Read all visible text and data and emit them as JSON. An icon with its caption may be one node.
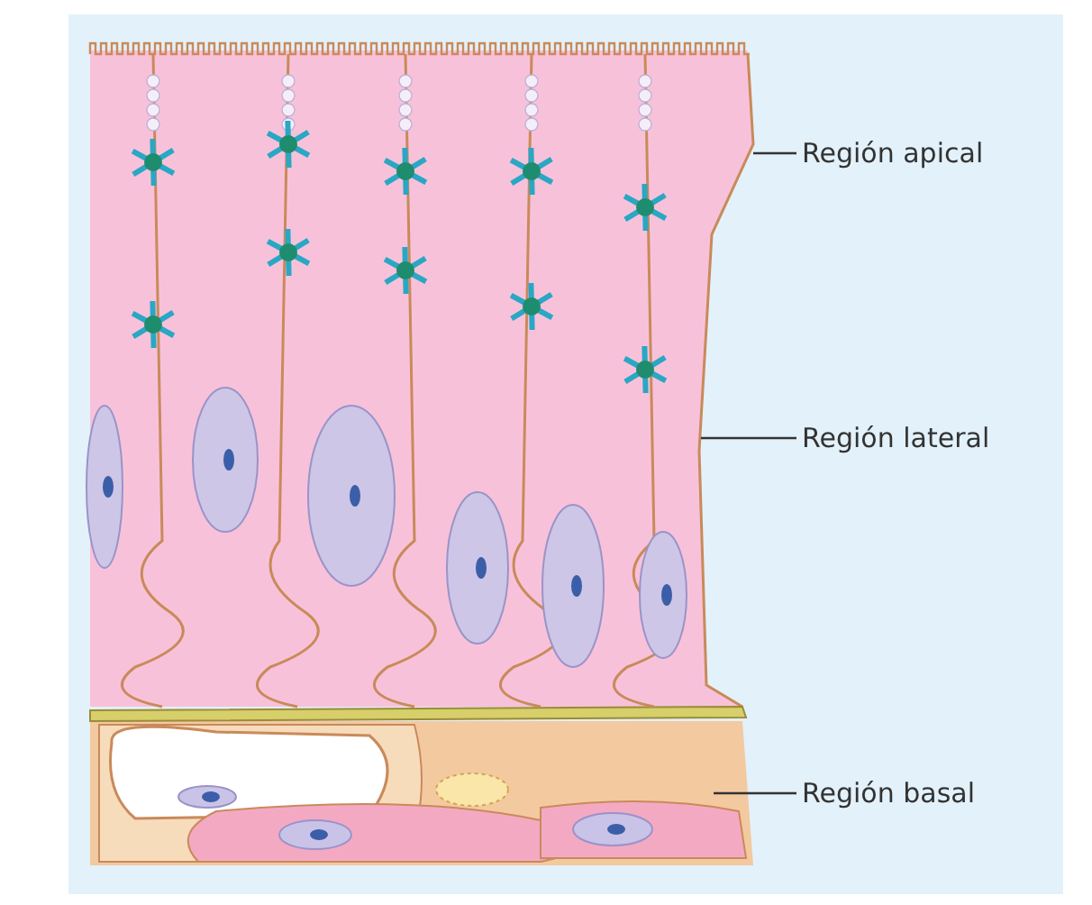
{
  "diagram": {
    "nodes": [
      {
        "text": [
          "Región apical"
        ]
      },
      {
        "text": [
          "Región lateral"
        ]
      },
      {
        "text": [
          "Región basal"
        ]
      }
    ],
    "edges": [
      {
        "from": 0,
        "to": null,
        "arrow": "none"
      },
      {
        "from": 1,
        "to": null,
        "arrow": "none"
      },
      {
        "from": 2,
        "to": null,
        "arrow": "none"
      }
    ]
  }
}
